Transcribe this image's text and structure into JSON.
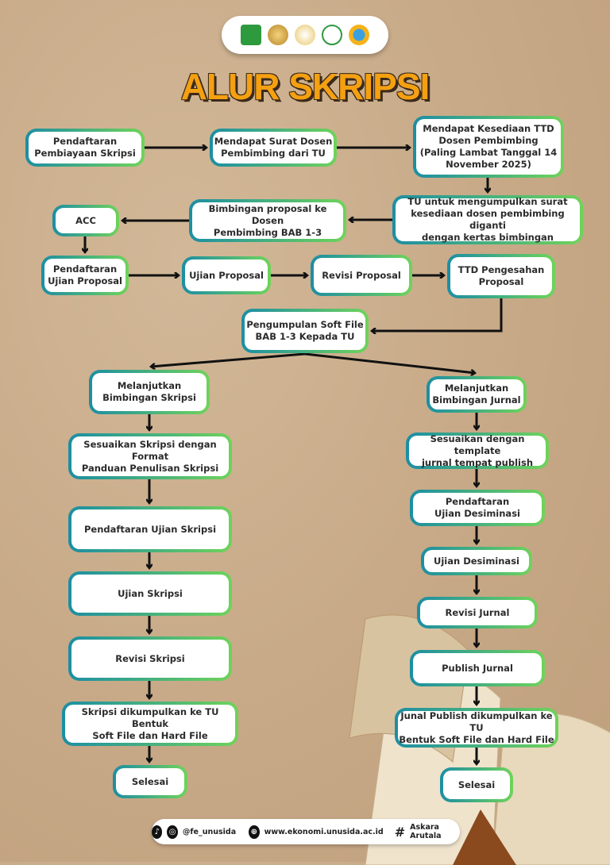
{
  "title": "ALUR SKRIPSI",
  "logos": [
    "unu-logo",
    "akreditasi-badge",
    "klaster-utama-badge",
    "pmb-unusida-logo",
    "kampus-merdeka-logo"
  ],
  "nodes": {
    "n1": "Pendaftaran\nPembiayaan Skripsi",
    "n2": "Mendapat Surat Dosen\nPembimbing dari TU",
    "n3": "Mendapat Kesediaan TTD\nDosen Pembimbing\n(Paling Lambat Tanggal 14\nNovember 2025)",
    "n4": "TU untuk mengumpulkan surat\nkesediaan dosen pembimbing diganti\ndengan kertas bimbingan",
    "n5": "Bimbingan proposal ke Dosen\nPembimbing BAB 1-3",
    "n6": "ACC",
    "n7": "Pendaftaran\nUjian Proposal",
    "n8": "Ujian Proposal",
    "n9": "Revisi Proposal",
    "n10": "TTD Pengesahan\nProposal",
    "n11": "Pengumpulan Soft File\nBAB 1-3 Kepada TU",
    "n12": "Melanjutkan\nBimbingan Skripsi",
    "n13": "Sesuaikan Skripsi dengan Format\nPanduan Penulisan Skripsi",
    "n14": "Pendaftaran Ujian Skripsi",
    "n15": "Ujian Skripsi",
    "n16": "Revisi Skripsi",
    "n17": "Skripsi dikumpulkan ke TU Bentuk\nSoft File dan Hard File",
    "n18": "Selesai",
    "n19": "Melanjutkan\nBimbingan Jurnal",
    "n20": "Sesuaikan dengan template\njurnal tempat publish",
    "n21": "Pendaftaran\nUjian Desiminasi",
    "n22": "Ujian Desiminasi",
    "n23": "Revisi Jurnal",
    "n24": "Publish Jurnal",
    "n25": "Junal Publish dikumpulkan ke TU\nBentuk Soft File dan Hard File",
    "n26": "Selesai"
  },
  "footer": {
    "social": "@fe_unusida",
    "website": "www.ekonomi.unusida.ac.id",
    "hashtag": "Askara Arutala",
    "hash_symbol": "#"
  },
  "colors": {
    "accent_title": "#f5a011",
    "border_start": "#1c8ea3",
    "border_end": "#6fd35a"
  }
}
